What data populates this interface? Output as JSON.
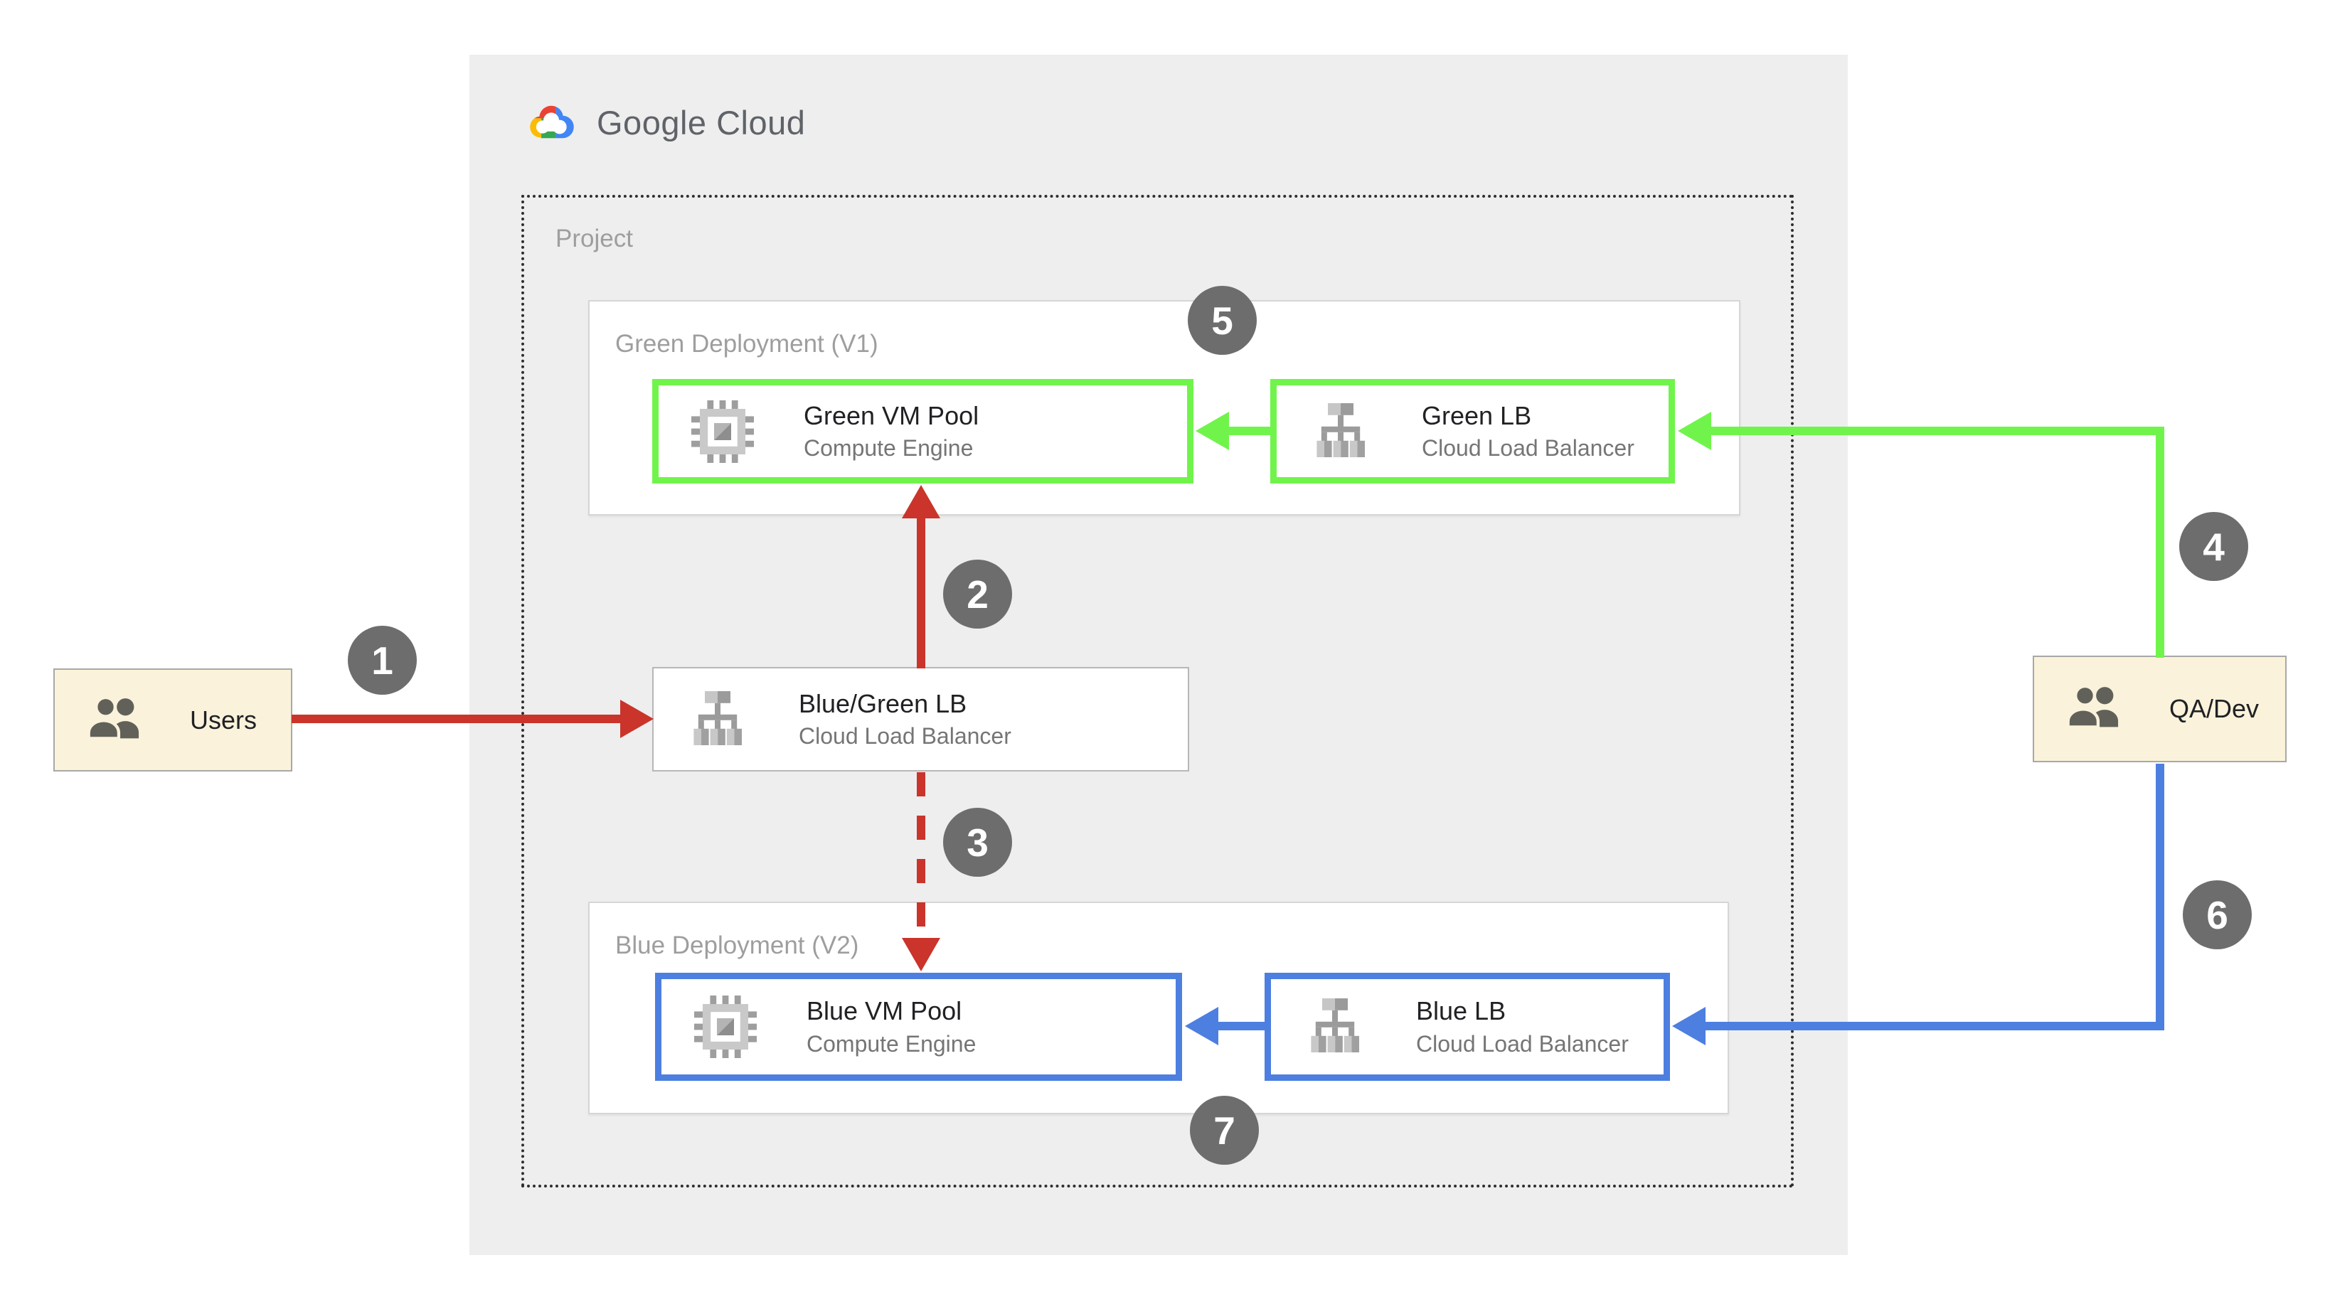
{
  "header": {
    "logo_text": "Google Cloud"
  },
  "project": {
    "label": "Project"
  },
  "groups": {
    "green": {
      "label": "Green Deployment (V1)"
    },
    "blue": {
      "label": "Blue Deployment (V2)"
    }
  },
  "nodes": {
    "green_vm_pool": {
      "title": "Green VM Pool",
      "subtitle": "Compute Engine",
      "icon": "compute-engine-icon",
      "border_color": "#70f44b"
    },
    "green_lb": {
      "title": "Green LB",
      "subtitle": "Cloud Load Balancer",
      "icon": "load-balancer-icon",
      "border_color": "#70f44b"
    },
    "blue_green_lb": {
      "title": "Blue/Green LB",
      "subtitle": "Cloud Load Balancer",
      "icon": "load-balancer-icon",
      "border_color": "#b7b7b7"
    },
    "blue_vm_pool": {
      "title": "Blue VM Pool",
      "subtitle": "Compute Engine",
      "icon": "compute-engine-icon",
      "border_color": "#4d7fe0"
    },
    "blue_lb": {
      "title": "Blue LB",
      "subtitle": "Cloud Load Balancer",
      "icon": "load-balancer-icon",
      "border_color": "#4d7fe0"
    }
  },
  "actors": {
    "users": {
      "label": "Users",
      "icon": "users-icon"
    },
    "qa_dev": {
      "label": "QA/Dev",
      "icon": "users-icon"
    }
  },
  "step_badges": [
    "1",
    "2",
    "3",
    "4",
    "5",
    "6",
    "7"
  ],
  "colors": {
    "panel_bg": "#eeeeee",
    "arrow_red": "#ca342a",
    "arrow_green": "#70f44b",
    "arrow_blue": "#4d7fe0",
    "badge_bg": "#6d6d6d",
    "actor_bg": "#faf2da",
    "google_red": "#EA4335",
    "google_yellow": "#FBBC05",
    "google_green": "#34A853",
    "google_blue": "#4285F4"
  }
}
